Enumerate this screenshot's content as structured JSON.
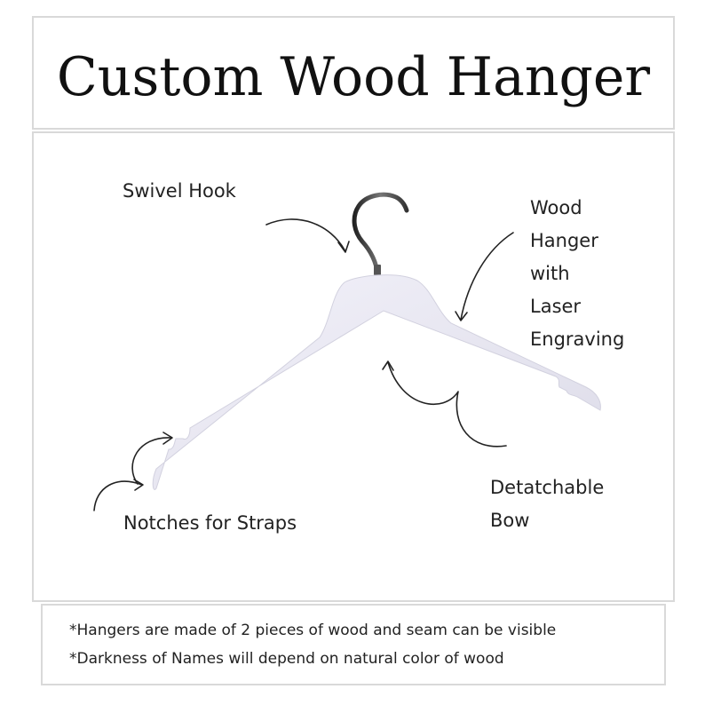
{
  "title": "Custom Wood Hanger",
  "labels": {
    "swivel_hook": "Swivel Hook",
    "wood_hanger": [
      "Wood",
      "Hanger",
      "with",
      "Laser",
      "Engraving"
    ],
    "notches": "Notches for Straps",
    "bow": [
      "Detatchable",
      "Bow"
    ]
  },
  "notes": [
    "*Hangers are made of 2 pieces of wood and seam can be visible",
    "*Darkness of Names will depend on natural color of wood"
  ],
  "colors": {
    "border": "#d9d9d9",
    "hanger_fill": "#ecebf5",
    "hook": "#444444",
    "text": "#1a1a1a"
  }
}
